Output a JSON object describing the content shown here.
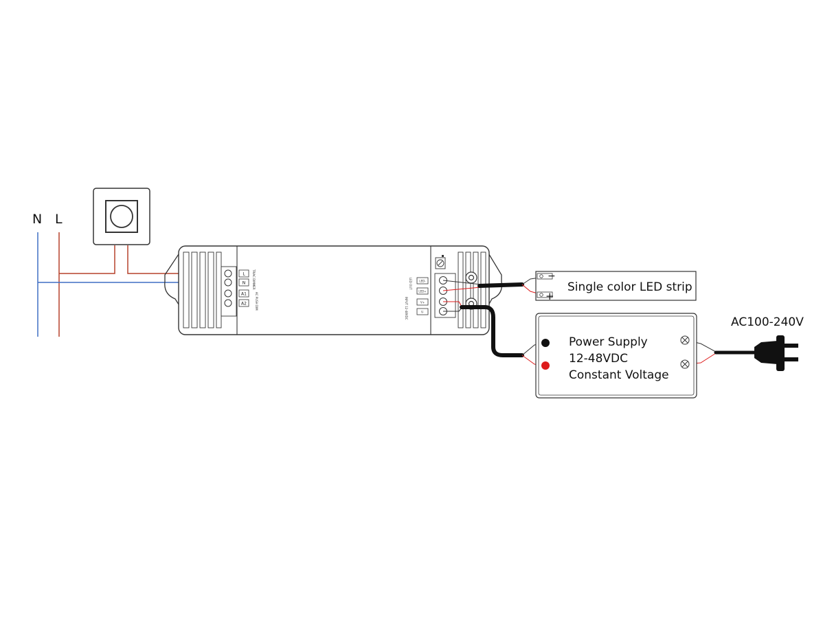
{
  "mains": {
    "neutral_label": "N",
    "live_label": "L"
  },
  "controller": {
    "left_terminals": [
      "L",
      "N",
      "A1",
      "A2"
    ],
    "right_terminals": [
      "LED-",
      "LED+",
      "V+",
      "V-"
    ],
    "left_group_caption": "AC PUSH DIM",
    "left_side_caption": "TRIAC DIMMER",
    "right_output_caption": "LED OUT",
    "right_input_caption": "INPUT 12-48VDC"
  },
  "led_strip": {
    "label": "Single color LED strip",
    "minus_symbol": "−",
    "plus_symbol": "+"
  },
  "power_supply": {
    "line1": "Power Supply",
    "line2": "12-48VDC",
    "line3": "Constant Voltage"
  },
  "mains_input": {
    "label": "AC100-240V"
  },
  "colors": {
    "live_wire": "#b5412a",
    "neutral_wire": "#3f6fc4",
    "dc_negative": "#111111",
    "dc_positive": "#dd1c1c",
    "outline": "#333333"
  }
}
